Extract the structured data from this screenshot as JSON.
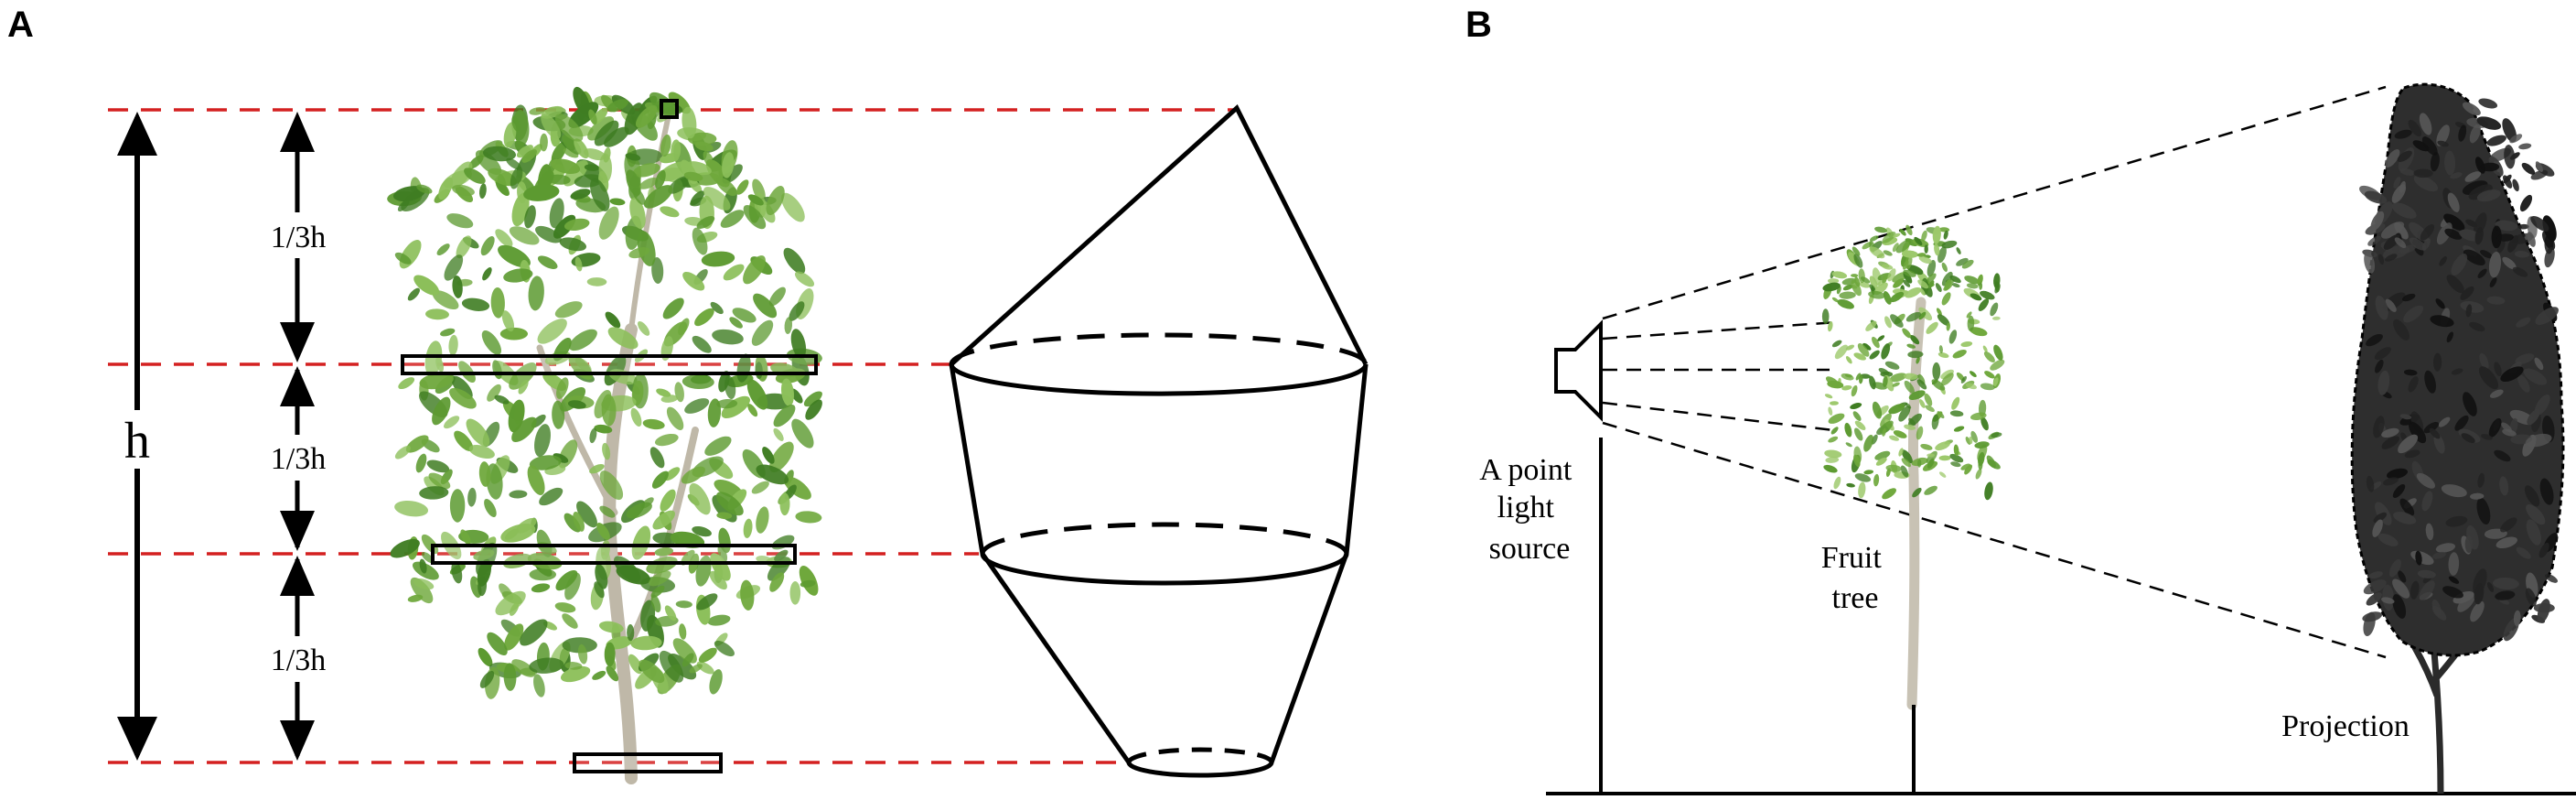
{
  "panel_a": {
    "label": "A",
    "height_label": "h",
    "segment_labels": [
      "1/3h",
      "1/3h",
      "1/3h"
    ]
  },
  "panel_b": {
    "label": "B",
    "light_source_label": [
      "A point",
      "light",
      "source"
    ],
    "fruit_tree_label": [
      "Fruit",
      "tree"
    ],
    "projection_label": "Projection"
  },
  "colors": {
    "guide_line": "#d42020",
    "outline": "#000000",
    "foliage": "#6fa83c",
    "foliage_dark": "#3f7d22",
    "trunk": "#c8c2b4",
    "shadow": "#2a2a2a"
  }
}
